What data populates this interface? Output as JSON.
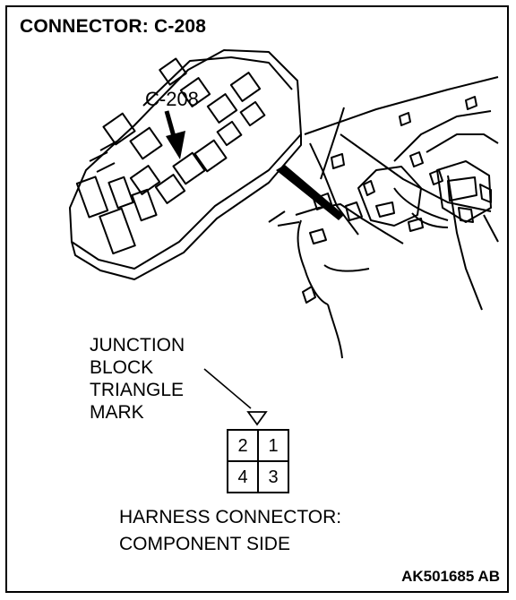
{
  "title": "CONNECTOR: C-208",
  "callout": "C-208",
  "junction_block_label": [
    "JUNCTION",
    "BLOCK",
    "TRIANGLE",
    "MARK"
  ],
  "connector_pins": [
    "2",
    "1",
    "4",
    "3"
  ],
  "harness_label": [
    "HARNESS CONNECTOR:",
    "COMPONENT SIDE"
  ],
  "figure_code": "AK501685 AB"
}
